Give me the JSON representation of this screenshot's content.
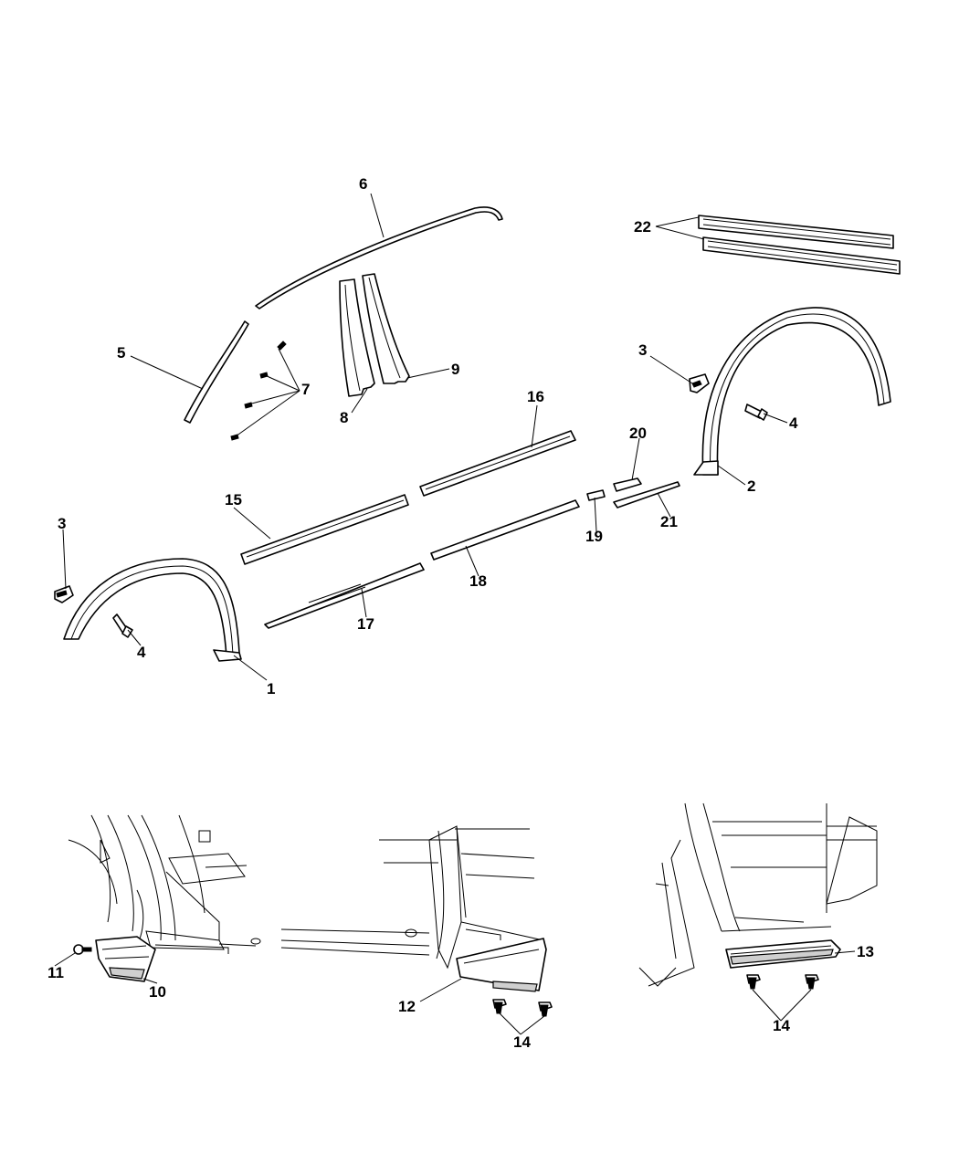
{
  "callouts": [
    {
      "id": "1",
      "label": "1"
    },
    {
      "id": "2",
      "label": "2"
    },
    {
      "id": "3a",
      "label": "3"
    },
    {
      "id": "3b",
      "label": "3"
    },
    {
      "id": "4a",
      "label": "4"
    },
    {
      "id": "4b",
      "label": "4"
    },
    {
      "id": "5",
      "label": "5"
    },
    {
      "id": "6",
      "label": "6"
    },
    {
      "id": "7",
      "label": "7"
    },
    {
      "id": "8",
      "label": "8"
    },
    {
      "id": "9",
      "label": "9"
    },
    {
      "id": "10",
      "label": "10"
    },
    {
      "id": "11",
      "label": "11"
    },
    {
      "id": "12",
      "label": "12"
    },
    {
      "id": "13",
      "label": "13"
    },
    {
      "id": "14a",
      "label": "14"
    },
    {
      "id": "14b",
      "label": "14"
    },
    {
      "id": "15",
      "label": "15"
    },
    {
      "id": "16",
      "label": "16"
    },
    {
      "id": "17",
      "label": "17"
    },
    {
      "id": "18",
      "label": "18"
    },
    {
      "id": "19",
      "label": "19"
    },
    {
      "id": "20",
      "label": "20"
    },
    {
      "id": "21",
      "label": "21"
    },
    {
      "id": "22",
      "label": "22"
    }
  ]
}
